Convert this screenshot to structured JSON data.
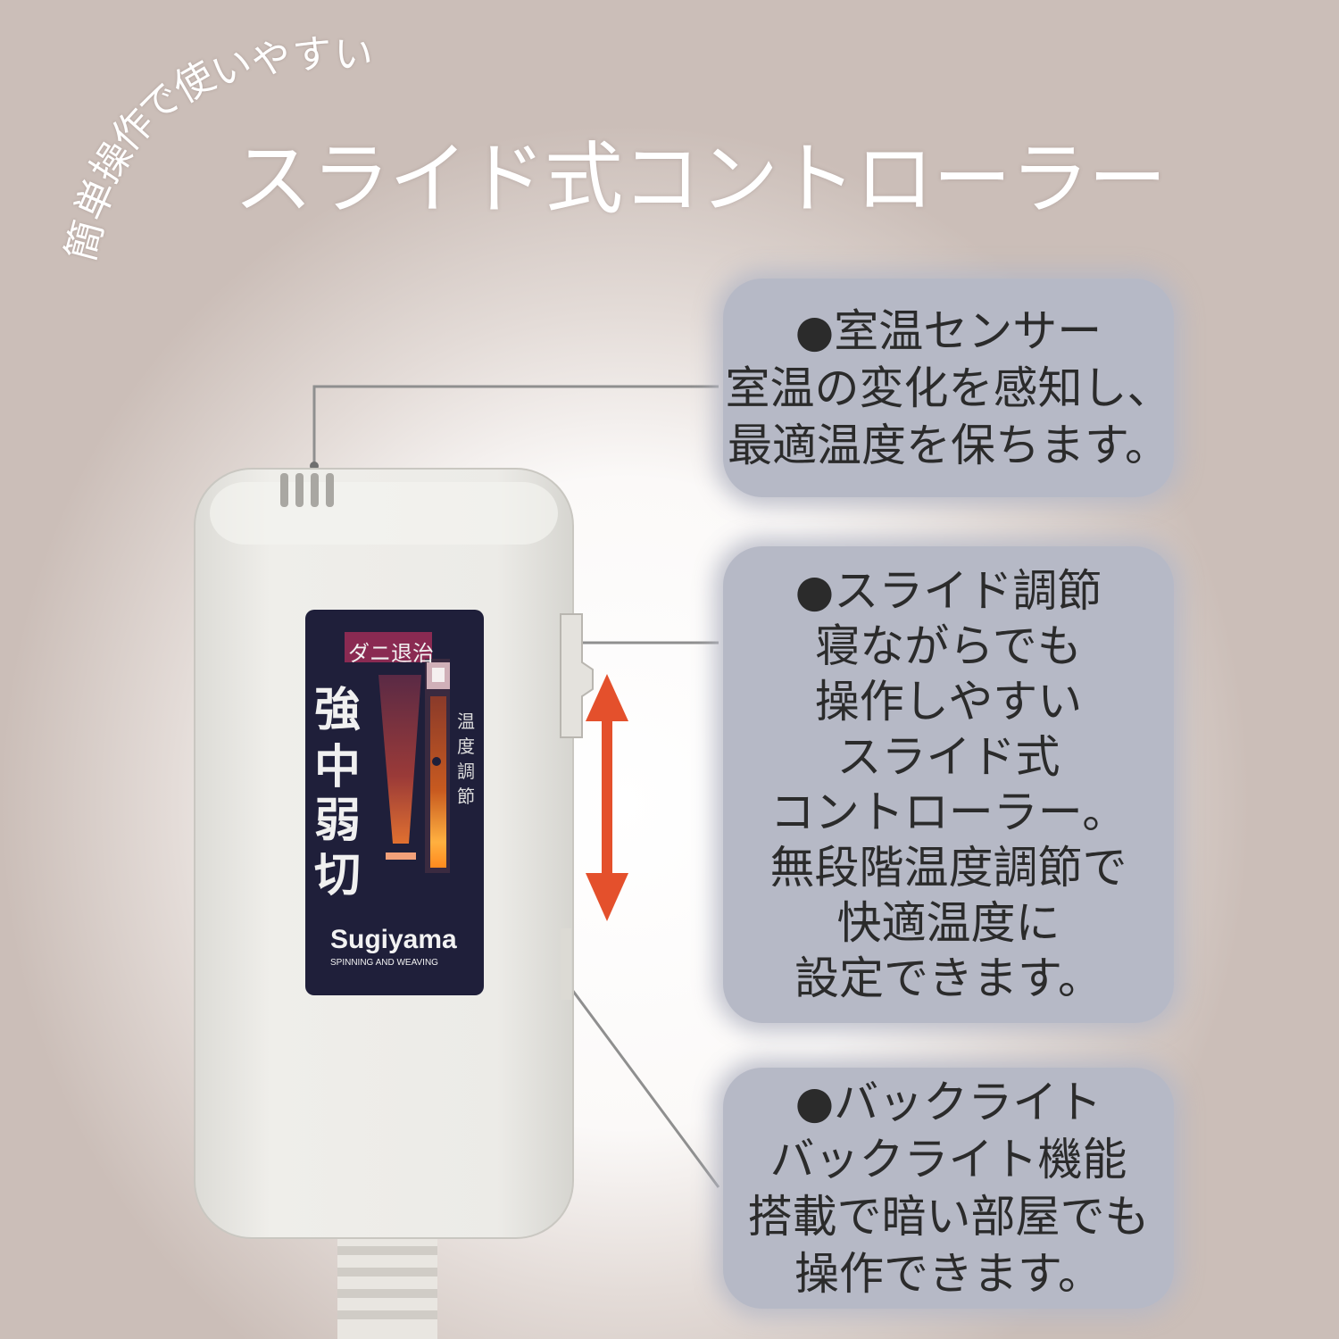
{
  "tagline": "簡単操作で使いやすい",
  "headline": "スライド式コントローラー",
  "callouts": [
    {
      "title": "●室温センサー",
      "lines": [
        "室温の変化を感知し、",
        "最適温度を保ちます。"
      ]
    },
    {
      "title": "●スライド調節",
      "lines": [
        "寝ながらでも",
        "操作しやすい",
        "スライド式",
        "コントローラー。",
        "無段階温度調節で",
        "快適温度に",
        "設定できます。"
      ]
    },
    {
      "title": "●バックライト",
      "lines": [
        "バックライト機能",
        "搭載で暗い部屋でも",
        "操作できます。"
      ]
    }
  ],
  "controller": {
    "mite_label": "ダニ退治",
    "levels": [
      "強",
      "中",
      "弱",
      "切"
    ],
    "slider_label": [
      "温",
      "度",
      "調",
      "節"
    ],
    "brand": "Sugiyama",
    "brand_sub": "SPINNING AND WEAVING"
  },
  "colors": {
    "bubble": "#b6b9c6",
    "arrow": "#e4502c",
    "panel": "#1f1f3a",
    "mite_bg": "#8a2a52",
    "led": "#ff8a1e",
    "body": "#ecebe7"
  },
  "icons": [
    "double-arrow-icon"
  ]
}
